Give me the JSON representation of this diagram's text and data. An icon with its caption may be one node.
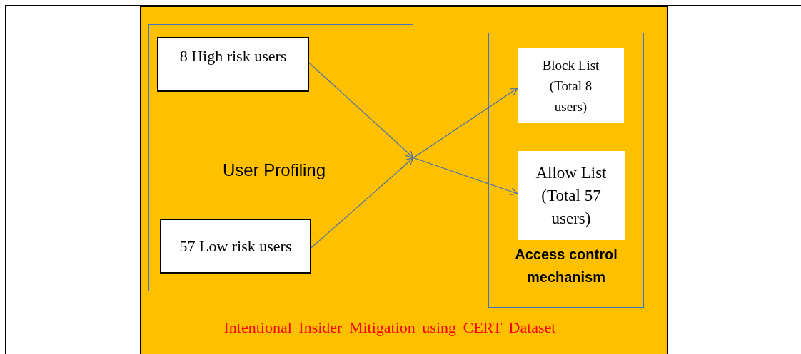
{
  "diagram": {
    "caption": "Intentional Insider Mitigation using CERT Dataset",
    "nodes": [
      {
        "text": [
          "User Profiling"
        ]
      },
      {
        "text": [
          "8 High risk users"
        ],
        "in": 0
      },
      {
        "text": [
          "57 Low risk users"
        ],
        "in": 0
      },
      {
        "text": [
          "Access control mechanism"
        ]
      },
      {
        "text": [
          "Block List (Total 8 users)"
        ],
        "in": 3
      },
      {
        "text": [
          "Allow List (Total 57 users)"
        ],
        "in": 3
      }
    ],
    "edges": [
      {
        "from": 1,
        "to": 0,
        "arrow": "to"
      },
      {
        "from": 2,
        "to": 0,
        "arrow": "to"
      },
      {
        "from": 0,
        "to": 4,
        "arrow": "to"
      },
      {
        "from": 0,
        "to": 5,
        "arrow": "to"
      }
    ]
  }
}
